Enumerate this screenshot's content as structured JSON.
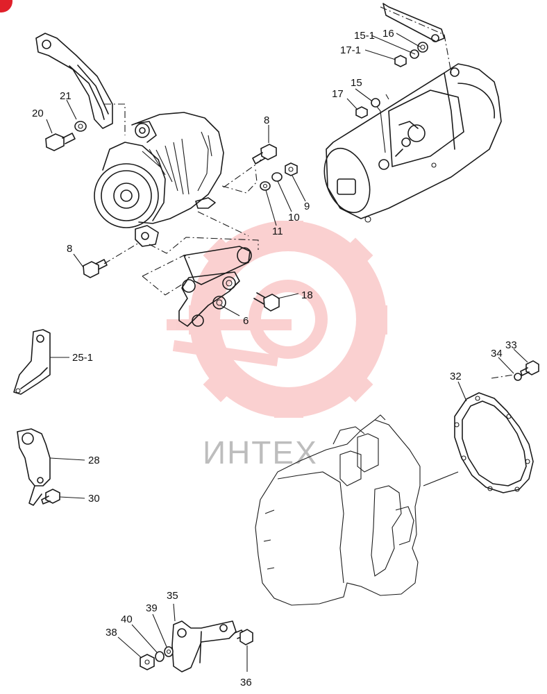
{
  "diagram": {
    "watermark_text": "ИНТЕХ",
    "colors": {
      "ink": "#1a1a1a",
      "watermark": "#f05a5a",
      "watermark_text": "#bdbdbd",
      "corner_badge": "#e0202a"
    },
    "labels": {
      "l15_1": "15-1",
      "l16": "16",
      "l17_1": "17-1",
      "l15": "15",
      "l17": "17",
      "l21": "21",
      "l20": "20",
      "l8a": "8",
      "l9": "9",
      "l10": "10",
      "l11": "11",
      "l8b": "8",
      "l18": "18",
      "l6": "6",
      "l25_1": "25-1",
      "l28": "28",
      "l30": "30",
      "l32": "32",
      "l33": "33",
      "l34": "34",
      "l35": "35",
      "l39": "39",
      "l40": "40",
      "l38": "38",
      "l36": "36"
    }
  }
}
